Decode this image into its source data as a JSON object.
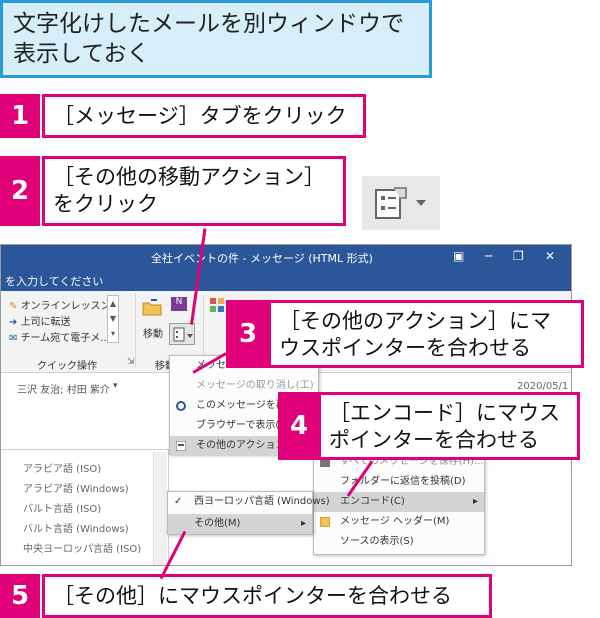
{
  "title": {
    "line1": "文字化けしたメールを別ウィンドウで",
    "line2": "表示しておく"
  },
  "steps": [
    {
      "num": "1",
      "line1": "［メッセージ］タブをクリック"
    },
    {
      "num": "2",
      "line1": "［その他の移動アクション］",
      "line2": "をクリック"
    },
    {
      "num": "3",
      "line1": "［その他のアクション］にマ",
      "line2": "ウスポインターを合わせる"
    },
    {
      "num": "4",
      "line1": "［エンコード］にマウス",
      "line2": "ポインターを合わせる"
    },
    {
      "num": "5",
      "line1": "［その他］にマウスポインターを合わせる"
    }
  ],
  "window": {
    "title": "全社イベントの件 - メッセージ (HTML 形式)",
    "tell_me": "を入力してください",
    "quick_steps": [
      "オンラインレッスン",
      "上司に転送",
      "チーム宛て電子メ..."
    ],
    "group_quick": "クイック操作",
    "move_label": "移動",
    "group_move": "移動",
    "sender": "三沢 友治; 村田 紫介",
    "date": "2020/05/1"
  },
  "menu1": [
    "メッセージ",
    "メッセージの取り消し(工)",
    "このメッセージを再送信(S)",
    "ブラウザーで表示(V)",
    "その他のアクション(O)"
  ],
  "menu2": [
    "すべてのメッセージを保存(H)...",
    "フォルダーに返信を投稿(D)",
    "エンコード(C)",
    "メッセージ ヘッダー(M)",
    "ソースの表示(S)"
  ],
  "menu3": [
    "西ヨーロッパ言語 (Windows)",
    "その他(M)"
  ],
  "encoding_list": [
    "アラビア語 (ISO)",
    "アラビア語 (Windows)",
    "バルト言語 (ISO)",
    "バルト言語 (Windows)",
    "中央ヨーロッパ言語 (ISO)"
  ],
  "colors": {
    "accent": "#e0007a",
    "title_border": "#2b9bd6",
    "title_bg": "#d6eef9",
    "outlook_blue": "#2b579a"
  }
}
